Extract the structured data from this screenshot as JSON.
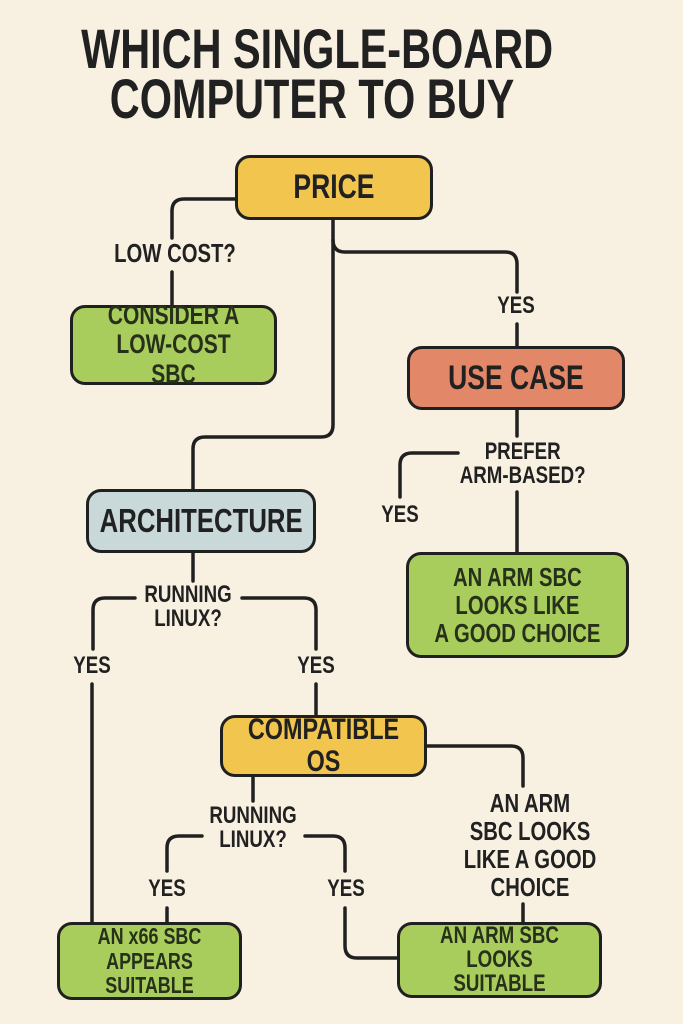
{
  "title": {
    "line1": "WHICH SINGLE-BOARD",
    "line2": "COMPUTER TO BUY"
  },
  "nodes": {
    "price": {
      "label": "PRICE",
      "color": "#f2c54e"
    },
    "consider_low_cost": {
      "label": "CONSIDER A\nLOW-COST SBC",
      "color": "#a9cd5c"
    },
    "use_case": {
      "label": "USE CASE",
      "color": "#e28767"
    },
    "architecture": {
      "label": "ARCHITECTURE",
      "color": "#c9d8d8"
    },
    "arm_good_choice_box": {
      "label": "AN ARM SBC\nLOOKS LIKE\nA GOOD CHOICE",
      "color": "#a9cd5c"
    },
    "compatible_os": {
      "label": "COMPATIBLE OS",
      "color": "#f2c54e"
    },
    "x66_suitable": {
      "label": "AN x66 SBC\nAPPEARS SUITABLE",
      "color": "#a9cd5c"
    },
    "arm_suitable": {
      "label": "AN ARM SBC\nLOOKS SUITABLE",
      "color": "#a9cd5c"
    }
  },
  "labels": {
    "low_cost": "LOW COST?",
    "yes_use_case": "YES",
    "prefer_arm": "PREFER\nARM-BASED?",
    "yes_prefer": "YES",
    "running_linux_1": "RUNNING\nLINUX?",
    "yes_linux1_left": "YES",
    "yes_linux1_right": "YES",
    "running_linux_2": "RUNNING\nLINUX?",
    "yes_linux2_left": "YES",
    "yes_linux2_right": "YES",
    "arm_good_choice_text": "AN ARM\nSBC LOOKS\nLIKE A GOOD\nCHOICE"
  },
  "colors": {
    "background": "#f8f1e2",
    "line": "#202020",
    "yellow": "#f2c54e",
    "salmon": "#e28767",
    "blue": "#c9d8d8",
    "green": "#a9cd5c",
    "text": "#212121",
    "green_text": "#27301a"
  }
}
